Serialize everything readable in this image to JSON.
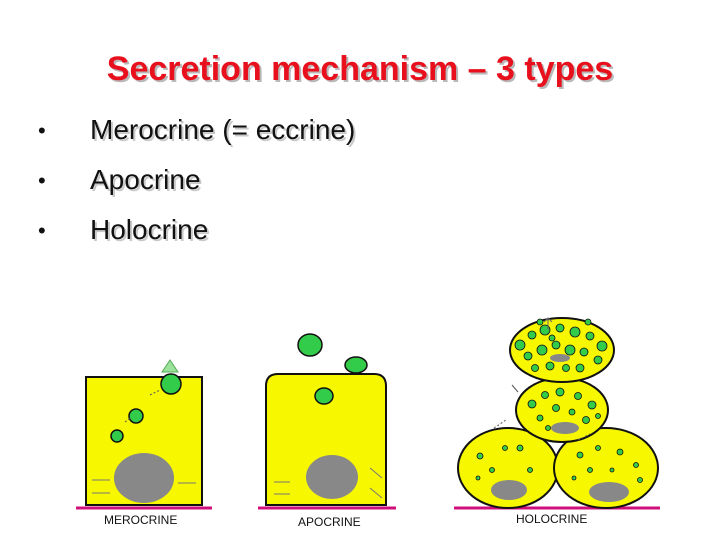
{
  "title": "Secretion mechanism – 3 types",
  "bullets": [
    {
      "marker": "•",
      "text": "Merocrine (= eccrine)"
    },
    {
      "marker": "•",
      "text": "Apocrine"
    },
    {
      "marker": "•",
      "text": "Holocrine"
    }
  ],
  "panels": [
    {
      "caption": "MEROCRINE"
    },
    {
      "caption": "APOCRINE"
    },
    {
      "caption": "HOLOCRINE"
    }
  ],
  "colors": {
    "title": "#e8101c",
    "cell_fill": "#f7f700",
    "granule": "#33cc4a",
    "nucleus": "#888888",
    "basement_line": "#d0107a"
  }
}
